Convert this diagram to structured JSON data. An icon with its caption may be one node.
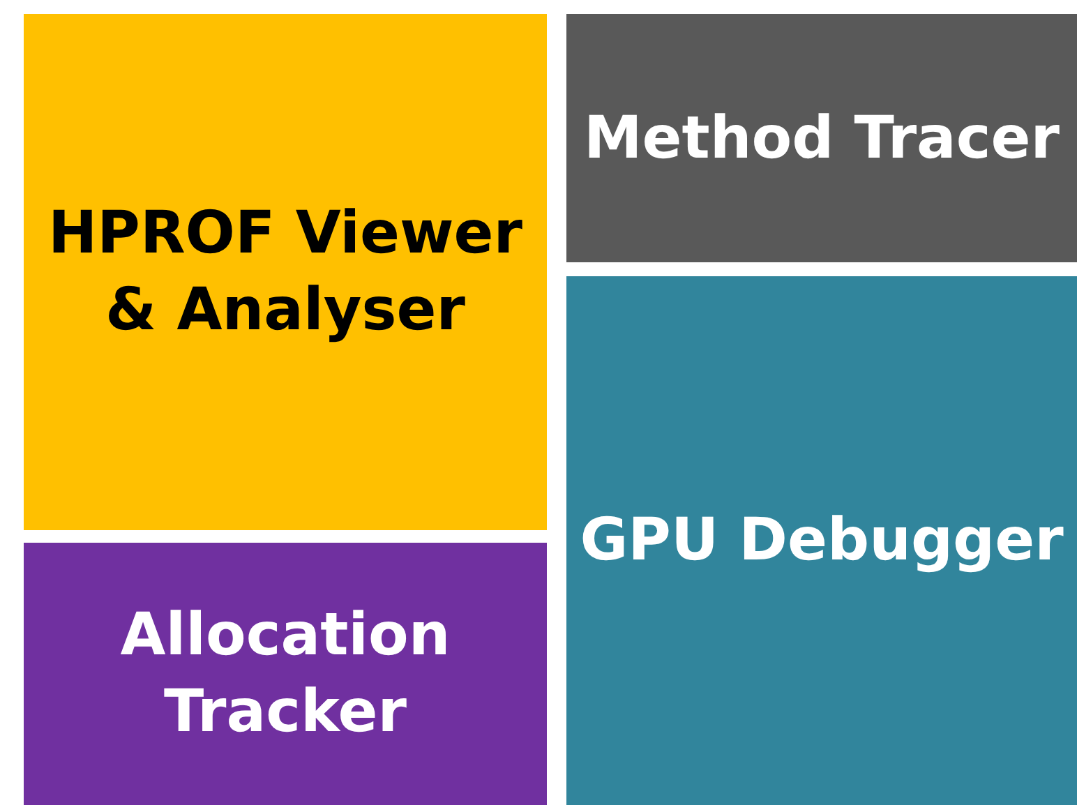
{
  "diagram": {
    "nodes": [
      {
        "text": [
          "HPROF Viewer & Analyser"
        ]
      },
      {
        "text": [
          "Method Tracer"
        ]
      },
      {
        "text": [
          "GPU Debugger"
        ]
      },
      {
        "text": [
          "Allocation Tracker"
        ]
      }
    ]
  }
}
